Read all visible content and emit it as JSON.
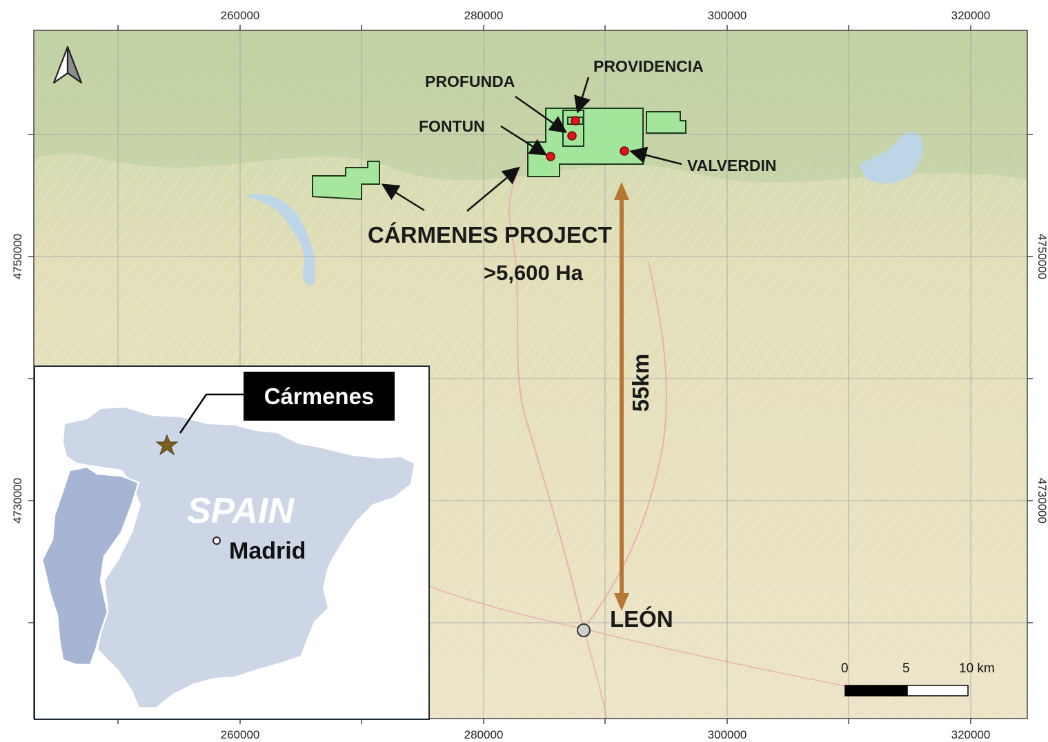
{
  "map": {
    "easting_ticks_top": [
      "260000",
      "280000",
      "300000",
      "320000"
    ],
    "easting_ticks_bottom": [
      "260000",
      "280000",
      "300000",
      "320000"
    ],
    "northing_ticks_left": [
      "4750000",
      "4730000"
    ],
    "northing_ticks_right": [
      "4750000",
      "4730000"
    ],
    "deposits": {
      "providencia": "PROVIDENCIA",
      "profunda": "PROFUNDA",
      "fontun": "FONTUN",
      "valverdin": "VALVERDIN"
    },
    "project_name": "CÁRMENES PROJECT",
    "project_area": ">5,600 Ha",
    "distance_label": "55km",
    "city": "LEÓN",
    "scale_bar": {
      "labels": [
        "0",
        "5",
        "10 km"
      ]
    },
    "colors": {
      "claim_fill": "#9ee89a",
      "deposit_dot": "#e3141b",
      "distance_arrow": "#b87633",
      "inset_spain": "#cdd6e6",
      "inset_portugal": "#a6b5d3",
      "star": "#7a6120"
    }
  },
  "inset": {
    "callout_label": "Cármenes",
    "country": "SPAIN",
    "capital": "Madrid"
  }
}
